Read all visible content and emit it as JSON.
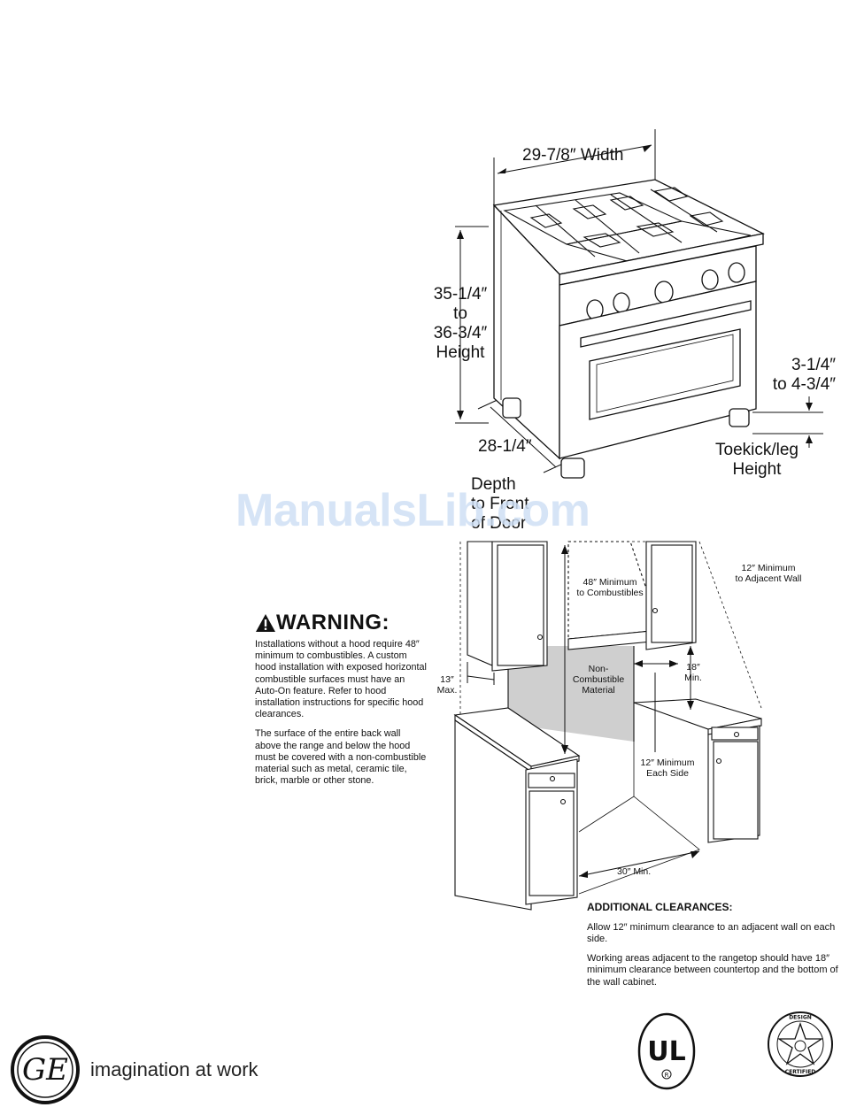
{
  "range": {
    "width_label": "29-7/8″ Width",
    "height_label": [
      "35-1/4″",
      "to",
      "36-3/4″",
      "Height"
    ],
    "depth_label": "28-1/4″",
    "depth_caption": [
      "Depth",
      "to Front",
      "of Door"
    ],
    "toekick_value": [
      "3-1/4″",
      "to 4-3/4″"
    ],
    "toekick_caption": [
      "Toekick/leg",
      "Height"
    ]
  },
  "watermark": "ManualsLib.com",
  "install": {
    "min_combustibles": [
      "48″ Minimum",
      "to Combustibles"
    ],
    "min_adjacent_wall": [
      "12″ Minimum",
      "to Adjacent Wall"
    ],
    "non_combustible": [
      "Non-Combustible",
      "Material"
    ],
    "max_13": [
      "13″",
      "Max."
    ],
    "min_18": [
      "18″",
      "Min."
    ],
    "min_each_side": [
      "12″ Minimum",
      "Each Side"
    ],
    "min_30": "30″ Min."
  },
  "warning": {
    "title": "WARNING:",
    "paragraphs": [
      "Installations without a hood require 48″ minimum to combustibles. A custom hood installation with exposed horizontal combustible surfaces must have an Auto-On feature. Refer to hood installation instructions for specific hood clearances.",
      "The surface of the entire back wall above the range and below the hood must be covered with a non-combustible material such as metal, ceramic tile, brick, marble or other stone."
    ]
  },
  "additional": {
    "title": "ADDITIONAL CLEARANCES:",
    "paragraphs": [
      "Allow 12″ minimum clearance to an adjacent wall on each side.",
      "Working areas adjacent to the rangetop should have 18″ minimum clearance between countertop and the bottom of the wall cabinet."
    ]
  },
  "footer": {
    "brand_logo": "GE",
    "tagline": "imagination at work",
    "ul_mark": "UL",
    "ul_r": "R",
    "design_top": "DESIGN",
    "design_bottom": "CERTIFIED"
  }
}
